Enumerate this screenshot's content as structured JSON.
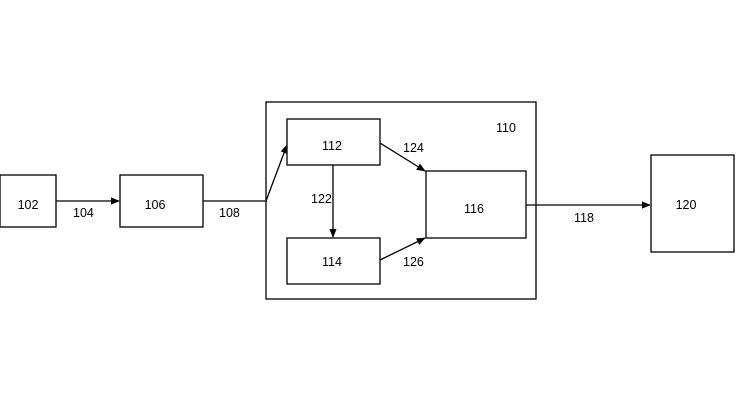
{
  "diagram": {
    "nodes": {
      "n102": "102",
      "n106": "106",
      "n110": "110",
      "n112": "112",
      "n114": "114",
      "n116": "116",
      "n120": "120"
    },
    "edges": {
      "e104": "104",
      "e108": "108",
      "e118": "118",
      "e122": "122",
      "e124": "124",
      "e126": "126"
    }
  },
  "colors": {
    "stroke": "#000000",
    "background": "#ffffff"
  }
}
